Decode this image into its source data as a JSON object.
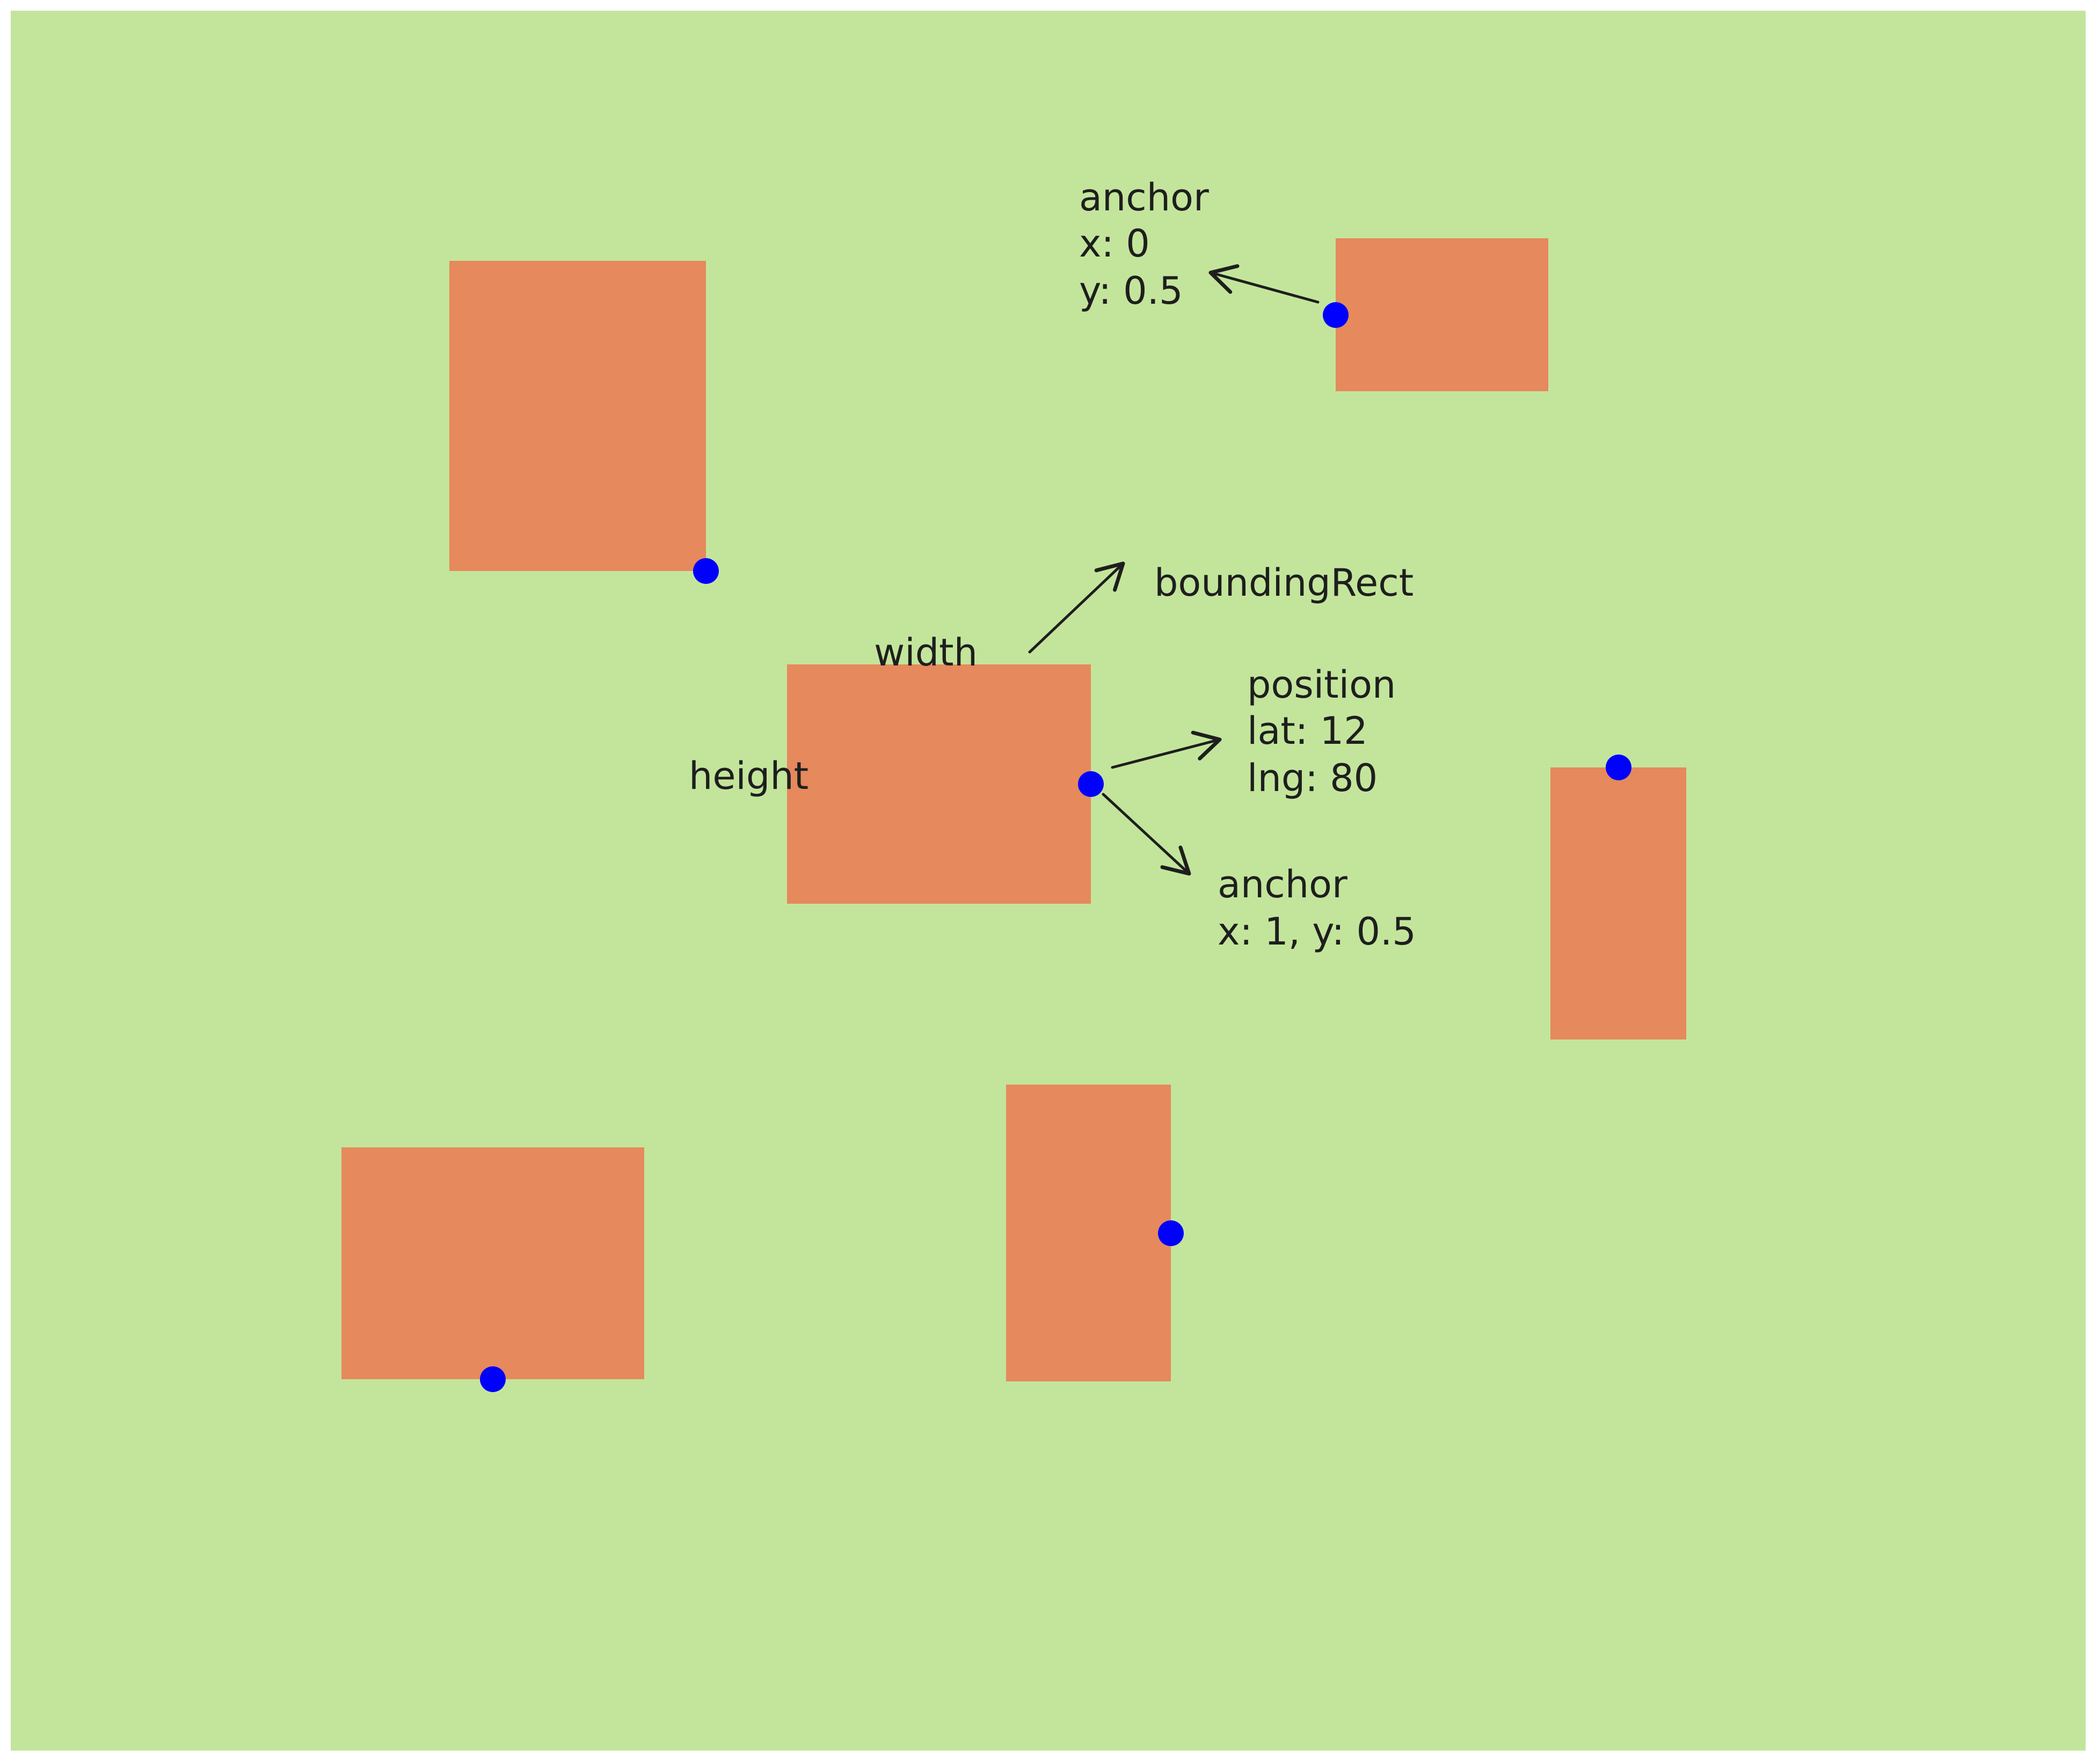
{
  "colors": {
    "background": "#c3e59b",
    "box": "#e6895c",
    "anchor_dot": "#0000ff",
    "ink": "#1e1e1e",
    "page": "#ffffff"
  },
  "boxes": [
    {
      "id": "box-top-left",
      "anchor": {
        "x": 1,
        "y": 1
      }
    },
    {
      "id": "box-top-right",
      "anchor": {
        "x": 0,
        "y": 0.5
      }
    },
    {
      "id": "box-center",
      "anchor": {
        "x": 1,
        "y": 0.5
      }
    },
    {
      "id": "box-right",
      "anchor": {
        "x": 0.5,
        "y": 0
      }
    },
    {
      "id": "box-bottom-left",
      "anchor": {
        "x": 0.5,
        "y": 1
      }
    },
    {
      "id": "box-bottom-middle",
      "anchor": {
        "x": 1,
        "y": 0.5
      }
    }
  ],
  "labels": {
    "top_anchor": {
      "title": "anchor",
      "x": "x: 0",
      "y": "y: 0.5"
    },
    "bounding_rect": "boundingRect",
    "width": "width",
    "height": "height",
    "position": {
      "title": "position",
      "lat": "lat: 12",
      "lng": "lng: 80"
    },
    "center_anchor": {
      "title": "anchor",
      "xy": "x: 1, y: 0.5"
    }
  }
}
